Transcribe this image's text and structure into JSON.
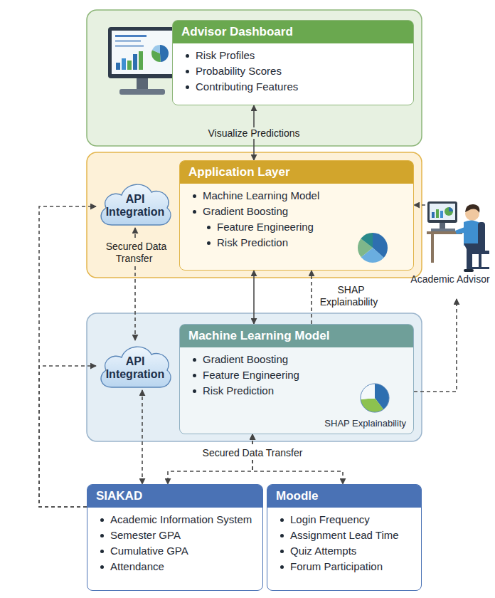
{
  "diagram": {
    "nodes": [
      {
        "text": [
          "Advisor Dashboard",
          "Risk Profiles",
          "Probability Scores",
          "Contributing Features"
        ]
      },
      {
        "text": [
          "API Integration"
        ]
      },
      {
        "text": [
          "Application Layer",
          "Machine Learning Model",
          "Gradient Boosting",
          "Feature Engineering",
          "Risk Prediction"
        ]
      },
      {
        "text": [
          "API Integration"
        ]
      },
      {
        "text": [
          "Machine Learning Model",
          "Gradient Boosting",
          "Feature Engineering",
          "Risk Prediction",
          "SHAP Explainability"
        ]
      },
      {
        "text": [
          "SIAKAD",
          "Academic Information System",
          "Semester GPA",
          "Cumulative GPA",
          "Attendance"
        ]
      },
      {
        "text": [
          "Moodle",
          "Login Frequency",
          "Assignment Lead Time",
          "Quiz Attempts",
          "Forum Participation"
        ]
      },
      {
        "text": [
          "Academic Advisor"
        ]
      }
    ],
    "edges": [
      {
        "from": 0,
        "to": 2,
        "label": "Visualize Predictions",
        "arrow": "both"
      },
      {
        "from": 3,
        "to": 1,
        "label": "Secured Data Transfer",
        "arrow": "both"
      },
      {
        "from": 2,
        "to": 4,
        "arrow": "both"
      },
      {
        "from": 4,
        "to": 2,
        "label": "SHAP Explainability",
        "arrow": "to"
      },
      {
        "from": 7,
        "to": 2,
        "arrow": "to"
      },
      {
        "from": 4,
        "to": 7,
        "arrow": "to"
      },
      {
        "from": 5,
        "to": 1,
        "arrow": "to"
      },
      {
        "from": 5,
        "to": 3,
        "arrow": "to"
      },
      {
        "from": 3,
        "to": 5,
        "arrow": "both"
      },
      {
        "from": 4,
        "to": 5,
        "label": "Secured Data Transfer",
        "arrow": "both"
      },
      {
        "from": 4,
        "to": 6,
        "arrow": "both"
      }
    ]
  }
}
